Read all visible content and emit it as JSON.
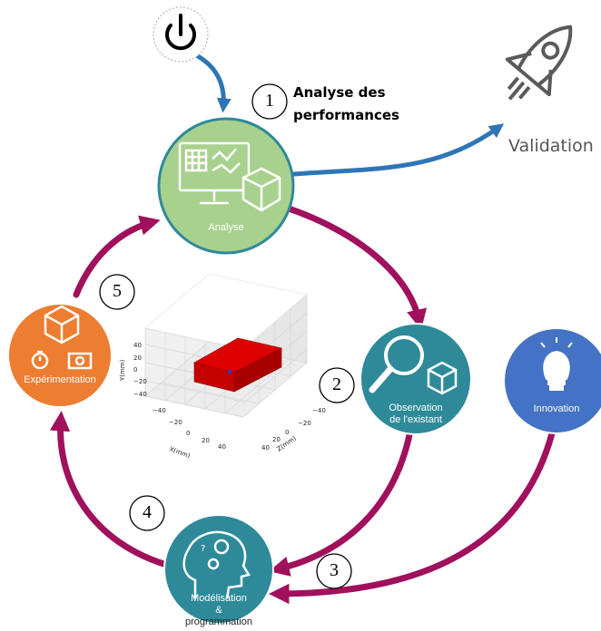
{
  "title": {
    "line1": "Analyse des",
    "line2": "performances"
  },
  "validation_label": "Validation",
  "nodes": {
    "analyse": {
      "label": "Analyse",
      "color": "#a9d18e"
    },
    "observation": {
      "line1": "Observation",
      "line2": "de l'existant",
      "color": "#2e8a99"
    },
    "modelisation": {
      "line1": "Modélisation",
      "line2": "&",
      "line3": "programmation",
      "color": "#2e8a99"
    },
    "experimentation": {
      "label": "Expérimentation",
      "color": "#ed7d31"
    },
    "innovation": {
      "label": "Innovation",
      "color": "#4472c4"
    }
  },
  "steps": [
    "1",
    "2",
    "3",
    "4",
    "5"
  ],
  "colors": {
    "cycle_arrow": "#a0105c",
    "blue_arrow": "#2e75b6",
    "box_red": "#dd0000"
  },
  "icons": [
    "power-icon",
    "rocket-icon",
    "monitor-cube-icon",
    "magnifier-cube-icon",
    "head-gears-icon",
    "cube-timer-scale-icon",
    "lightbulb-icon"
  ],
  "plot3d": {
    "x_label": "X(mm)",
    "y_label": "Y(mm)",
    "z_label": "Z(mm)",
    "vertical_ticks": [
      "40",
      "20",
      "0",
      "−20",
      "−40"
    ],
    "x_ticks": [
      "−40",
      "−20",
      "0",
      "20",
      "40"
    ],
    "z_ticks": [
      "−40",
      "−20",
      "0",
      "20",
      "40"
    ]
  }
}
